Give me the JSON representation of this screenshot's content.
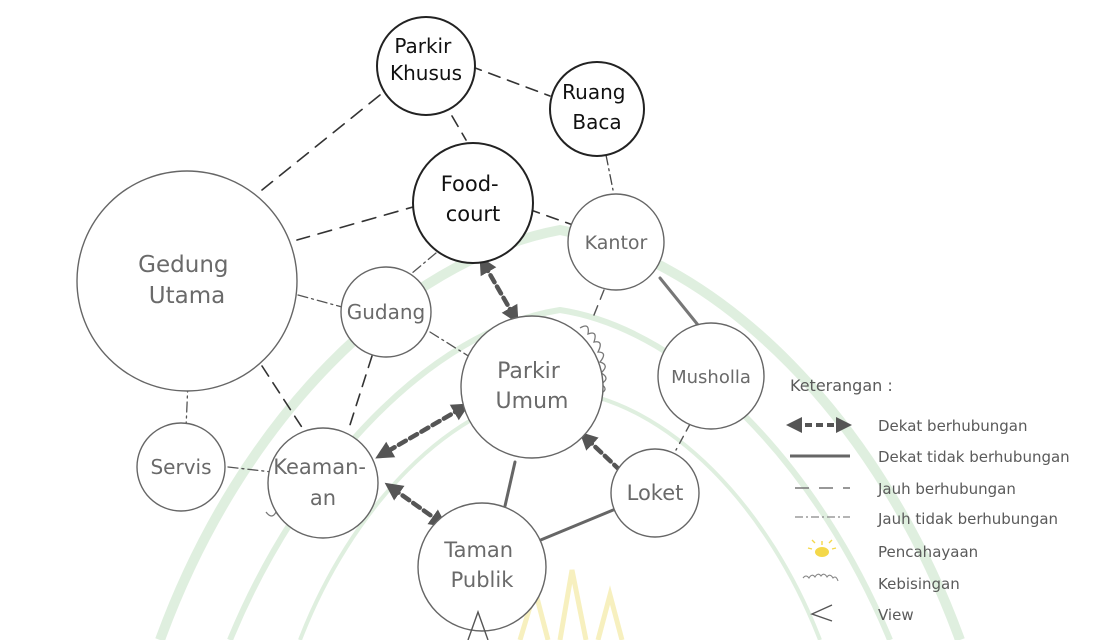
{
  "colors": {
    "node_stroke": "#222222",
    "node_stroke_faded": "#666666",
    "label_dark": "#111111",
    "label_faded": "#6a6a6a",
    "arrow": "#555555",
    "watermark": "#c5e2c5",
    "light_bulb": "#f4d84a"
  },
  "nodes": {
    "parkir_khusus": [
      "Parkir",
      "Khusus"
    ],
    "ruang_baca": [
      "Ruang",
      "Baca"
    ],
    "food_court": [
      "Food-",
      "court"
    ],
    "kantor": [
      "Kantor"
    ],
    "gedung_utama": [
      "Gedung",
      "Utama"
    ],
    "gudang": [
      "Gudang"
    ],
    "parkir_umum": [
      "Parkir",
      "Umum"
    ],
    "musholla": [
      "Musholla"
    ],
    "servis": [
      "Servis"
    ],
    "keamanan": [
      "Keaman-",
      "an"
    ],
    "loket": [
      "Loket"
    ],
    "taman_publik": [
      "Taman",
      "Publik"
    ]
  },
  "legend": {
    "title": "Keterangan :",
    "items": [
      {
        "label": "Dekat berhubungan",
        "icon": "dashed-double-arrow-icon"
      },
      {
        "label": "Dekat tidak berhubungan",
        "icon": "solid-line-icon"
      },
      {
        "label": "Jauh berhubungan",
        "icon": "dashed-line-icon"
      },
      {
        "label": "Jauh tidak berhubungan",
        "icon": "dash-dot-line-icon"
      },
      {
        "label": "Pencahayaan",
        "icon": "light-icon"
      },
      {
        "label": "Kebisingan",
        "icon": "noise-icon"
      },
      {
        "label": "View",
        "icon": "view-icon"
      }
    ]
  }
}
